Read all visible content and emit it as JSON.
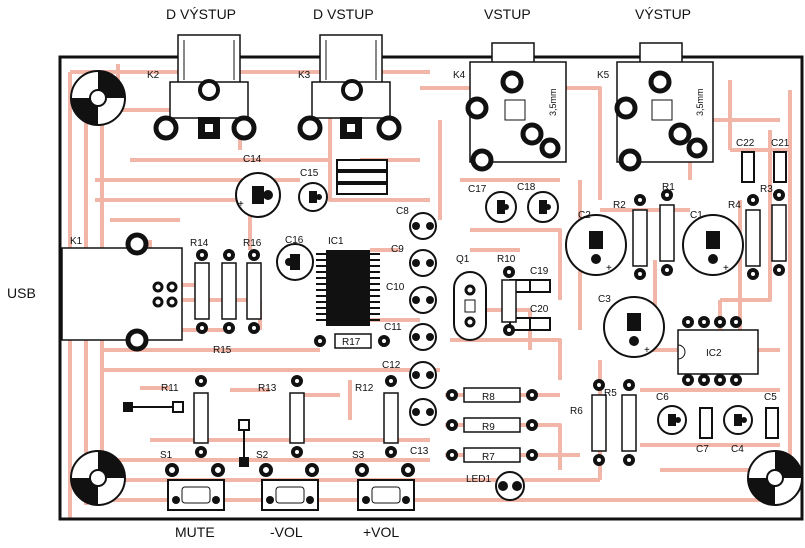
{
  "external_labels": {
    "d_vystup": "D VÝSTUP",
    "d_vstup": "D VSTUP",
    "vstup": "VSTUP",
    "vystup": "VÝSTUP",
    "usb": "USB",
    "mute": "MUTE",
    "vol_minus": "-VOL",
    "vol_plus": "+VOL"
  },
  "board_labels": {
    "K1": "K1",
    "K2": "K2",
    "K3": "K3",
    "K4": "K4",
    "K5": "K5",
    "IC1": "IC1",
    "IC2": "IC2",
    "Q1": "Q1",
    "C1": "C1",
    "C2": "C2",
    "C3": "C3",
    "C4": "C4",
    "C5": "C5",
    "C6": "C6",
    "C7": "C7",
    "C8": "C8",
    "C9": "C9",
    "C10": "C10",
    "C11": "C11",
    "C12": "C12",
    "C13": "C13",
    "C14": "C14",
    "C15": "C15",
    "C16": "C16",
    "C17": "C17",
    "C18": "C18",
    "C19": "C19",
    "C20": "C20",
    "C21": "C21",
    "C22": "C22",
    "R1": "R1",
    "R2": "R2",
    "R3": "R3",
    "R4": "R4",
    "R5": "R5",
    "R6": "R6",
    "R7": "R7",
    "R8": "R8",
    "R9": "R9",
    "R10": "R10",
    "R11": "R11",
    "R12": "R12",
    "R13": "R13",
    "R14": "R14",
    "R15": "R15",
    "R16": "R16",
    "R17": "R17",
    "S1": "S1",
    "S2": "S2",
    "S3": "S3",
    "LED1": "LED1",
    "jack_size_1": "3,5mm",
    "jack_size_2": "3,5mm"
  },
  "colors": {
    "trace": "#f2b6a8",
    "board_outline": "#111111",
    "ink": "#111111"
  }
}
